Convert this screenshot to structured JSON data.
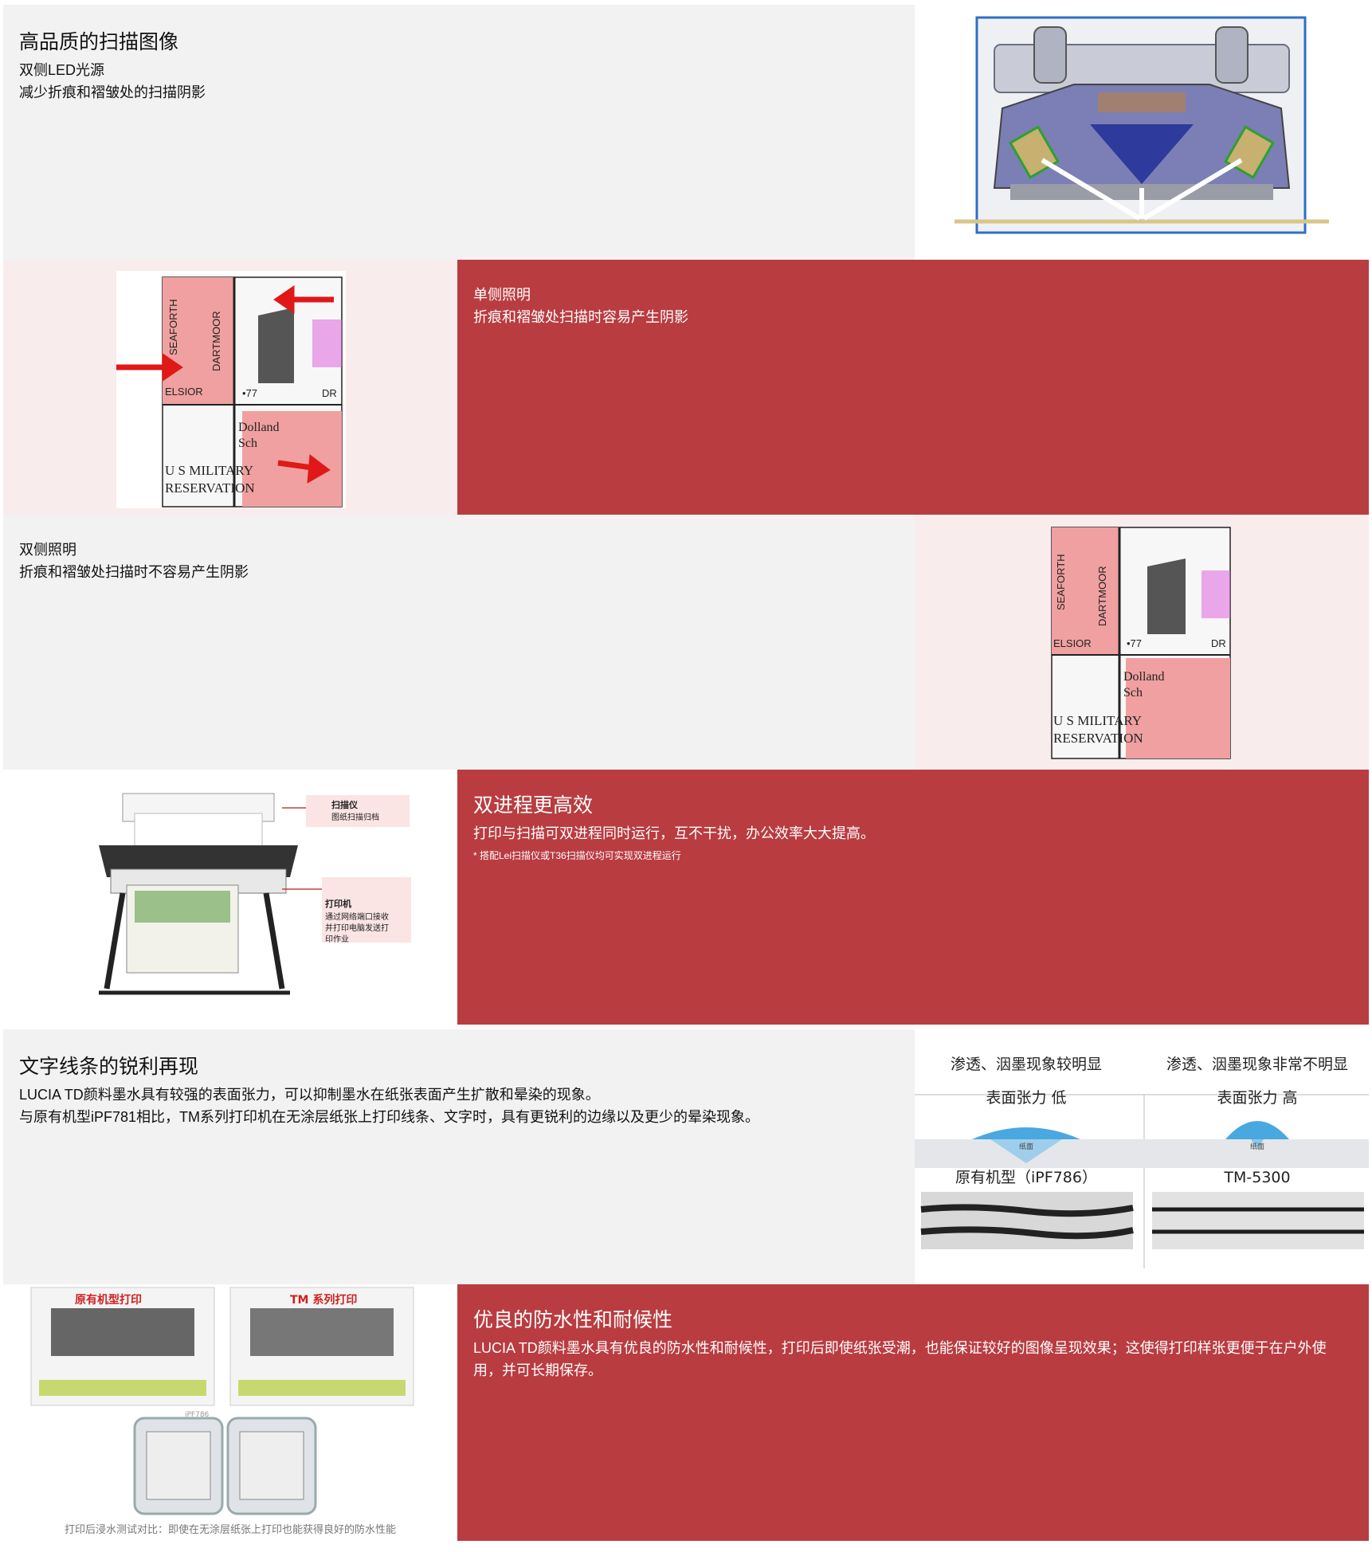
{
  "colors": {
    "gray_panel": "#f2f2f2",
    "pink_panel": "#f8ecec",
    "red_panel": "#b93c40",
    "arrow_red": "#e01818"
  },
  "section1": {
    "title": "高品质的扫描图像",
    "line1": "双侧LED光源",
    "line2": "减少折痕和褶皱处的扫描阴影"
  },
  "section2": {
    "line1": "单侧照明",
    "line2": "折痕和褶皱处扫描时容易产生阴影"
  },
  "section3": {
    "line1": "双侧照明",
    "line2": "折痕和褶皱处扫描时不容易产生阴影"
  },
  "map_labels": {
    "street1": "SEAFORTH",
    "street2": "DARTMOOR",
    "street3": "ELSIOR",
    "number": "•77",
    "dr": "DR",
    "school1": "Dolland",
    "school2": "Sch",
    "mil1": "U S MILITARY",
    "mil2": "RESERVATION"
  },
  "section4": {
    "title": "双进程更高效",
    "line1": "打印与扫描可双进程同时运行，互不干扰，办公效率大大提高。",
    "note": "* 搭配Lei扫描仪或T36扫描仪均可实现双进程运行",
    "callout_scanner_title": "扫描仪",
    "callout_scanner_desc": "图纸扫描归档",
    "callout_printer_title": "打印机",
    "callout_printer_desc1": "通过网络端口接收",
    "callout_printer_desc2": "并打印电脑发送打",
    "callout_printer_desc3": "印作业"
  },
  "section5": {
    "title": "文字线条的锐利再现",
    "line1": "LUCIA TD颜料墨水具有较强的表面张力，可以抑制墨水在纸张表面产生扩散和晕染的现象。",
    "line2": "与原有机型iPF781相比，TM系列打印机在无涂层纸张上打印线条、文字时，具有更锐利的边缘以及更少的晕染现象。",
    "compare": {
      "left_head": "渗透、洇墨现象较明显",
      "right_head": "渗透、洇墨现象非常不明显",
      "left_tension": "表面张力 低",
      "right_tension": "表面张力 高",
      "paper": "纸面",
      "left_model": "原有机型（iPF786）",
      "right_model": "TM-5300"
    }
  },
  "section6": {
    "title": "优良的防水性和耐候性",
    "line1": "LUCIA TD颜料墨水具有优良的防水性和耐候性，打印后即使纸张受潮，也能保证较好的图像呈现效果；这使得打印样张更便于在户外使用，并可长期保存。",
    "img_label_left": "原有机型打印",
    "img_label_right": "TM 系列打印",
    "img_sub": "iPF786",
    "caption": "打印后浸水测试对比：即使在无涂层纸张上打印也能获得良好的防水性能"
  }
}
